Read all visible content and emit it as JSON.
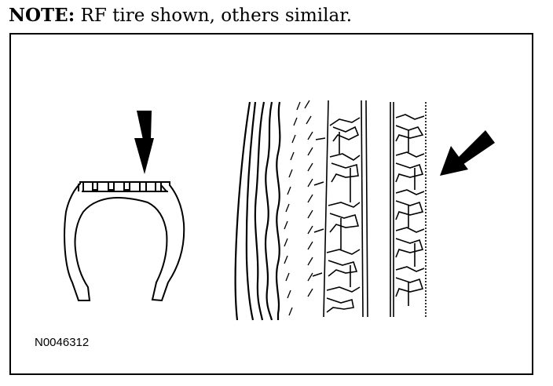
{
  "note": {
    "label": "NOTE:",
    "text": "RF tire shown, others similar."
  },
  "figure": {
    "id": "N0046312"
  }
}
